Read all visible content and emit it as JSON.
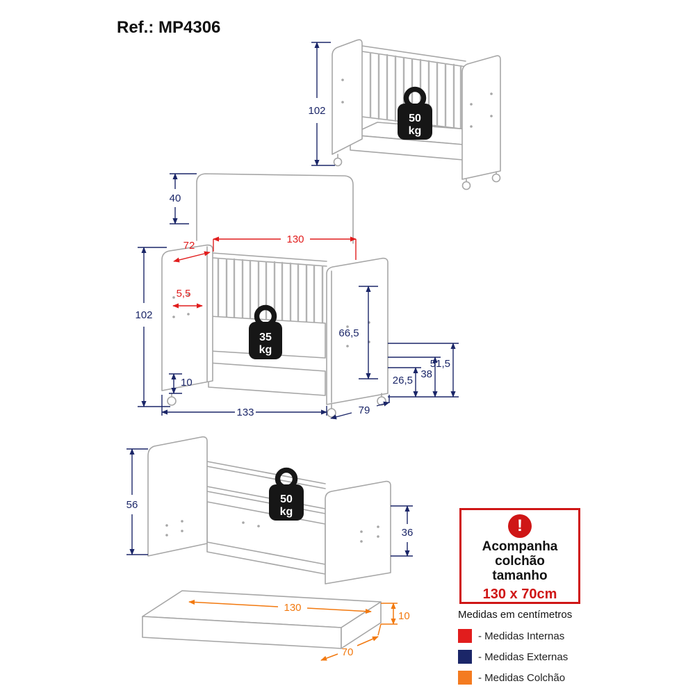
{
  "title": "Ref.: MP4306",
  "colors": {
    "internal": "#e11d1d",
    "external": "#1b2668",
    "mattress": "#f2790f",
    "callout_red": "#cf1616",
    "line_art": "#a6a6a6"
  },
  "top_view": {
    "height": "102",
    "weight": {
      "value": "50",
      "unit": "kg"
    }
  },
  "crib_view": {
    "headboard_height": "40",
    "internal_length": "130",
    "internal_width": "72",
    "slat_gap": "5,5",
    "external_height": "102",
    "weight": {
      "value": "35",
      "unit": "kg"
    },
    "internal_height": "66,5",
    "level_1": "26,5",
    "level_2": "38",
    "level_3": "51,5",
    "base_height": "10",
    "external_length": "133",
    "external_depth": "79"
  },
  "bed_view": {
    "headboard_height": "56",
    "footboard_height": "36",
    "weight": {
      "value": "50",
      "unit": "kg"
    }
  },
  "mattress_view": {
    "length": "130",
    "thickness": "10",
    "width": "70"
  },
  "callout": {
    "icon": "!",
    "lines": [
      "Acompanha",
      "colchão",
      "tamanho"
    ],
    "size": "130 x 70cm"
  },
  "legend": {
    "title": "Medidas em centímetros",
    "items": [
      {
        "label": "- Medidas Internas",
        "color": "#e11d1d"
      },
      {
        "label": "- Medidas Externas",
        "color": "#1b2668"
      },
      {
        "label": "- Medidas Colchão",
        "color": "#f47b20"
      }
    ]
  }
}
